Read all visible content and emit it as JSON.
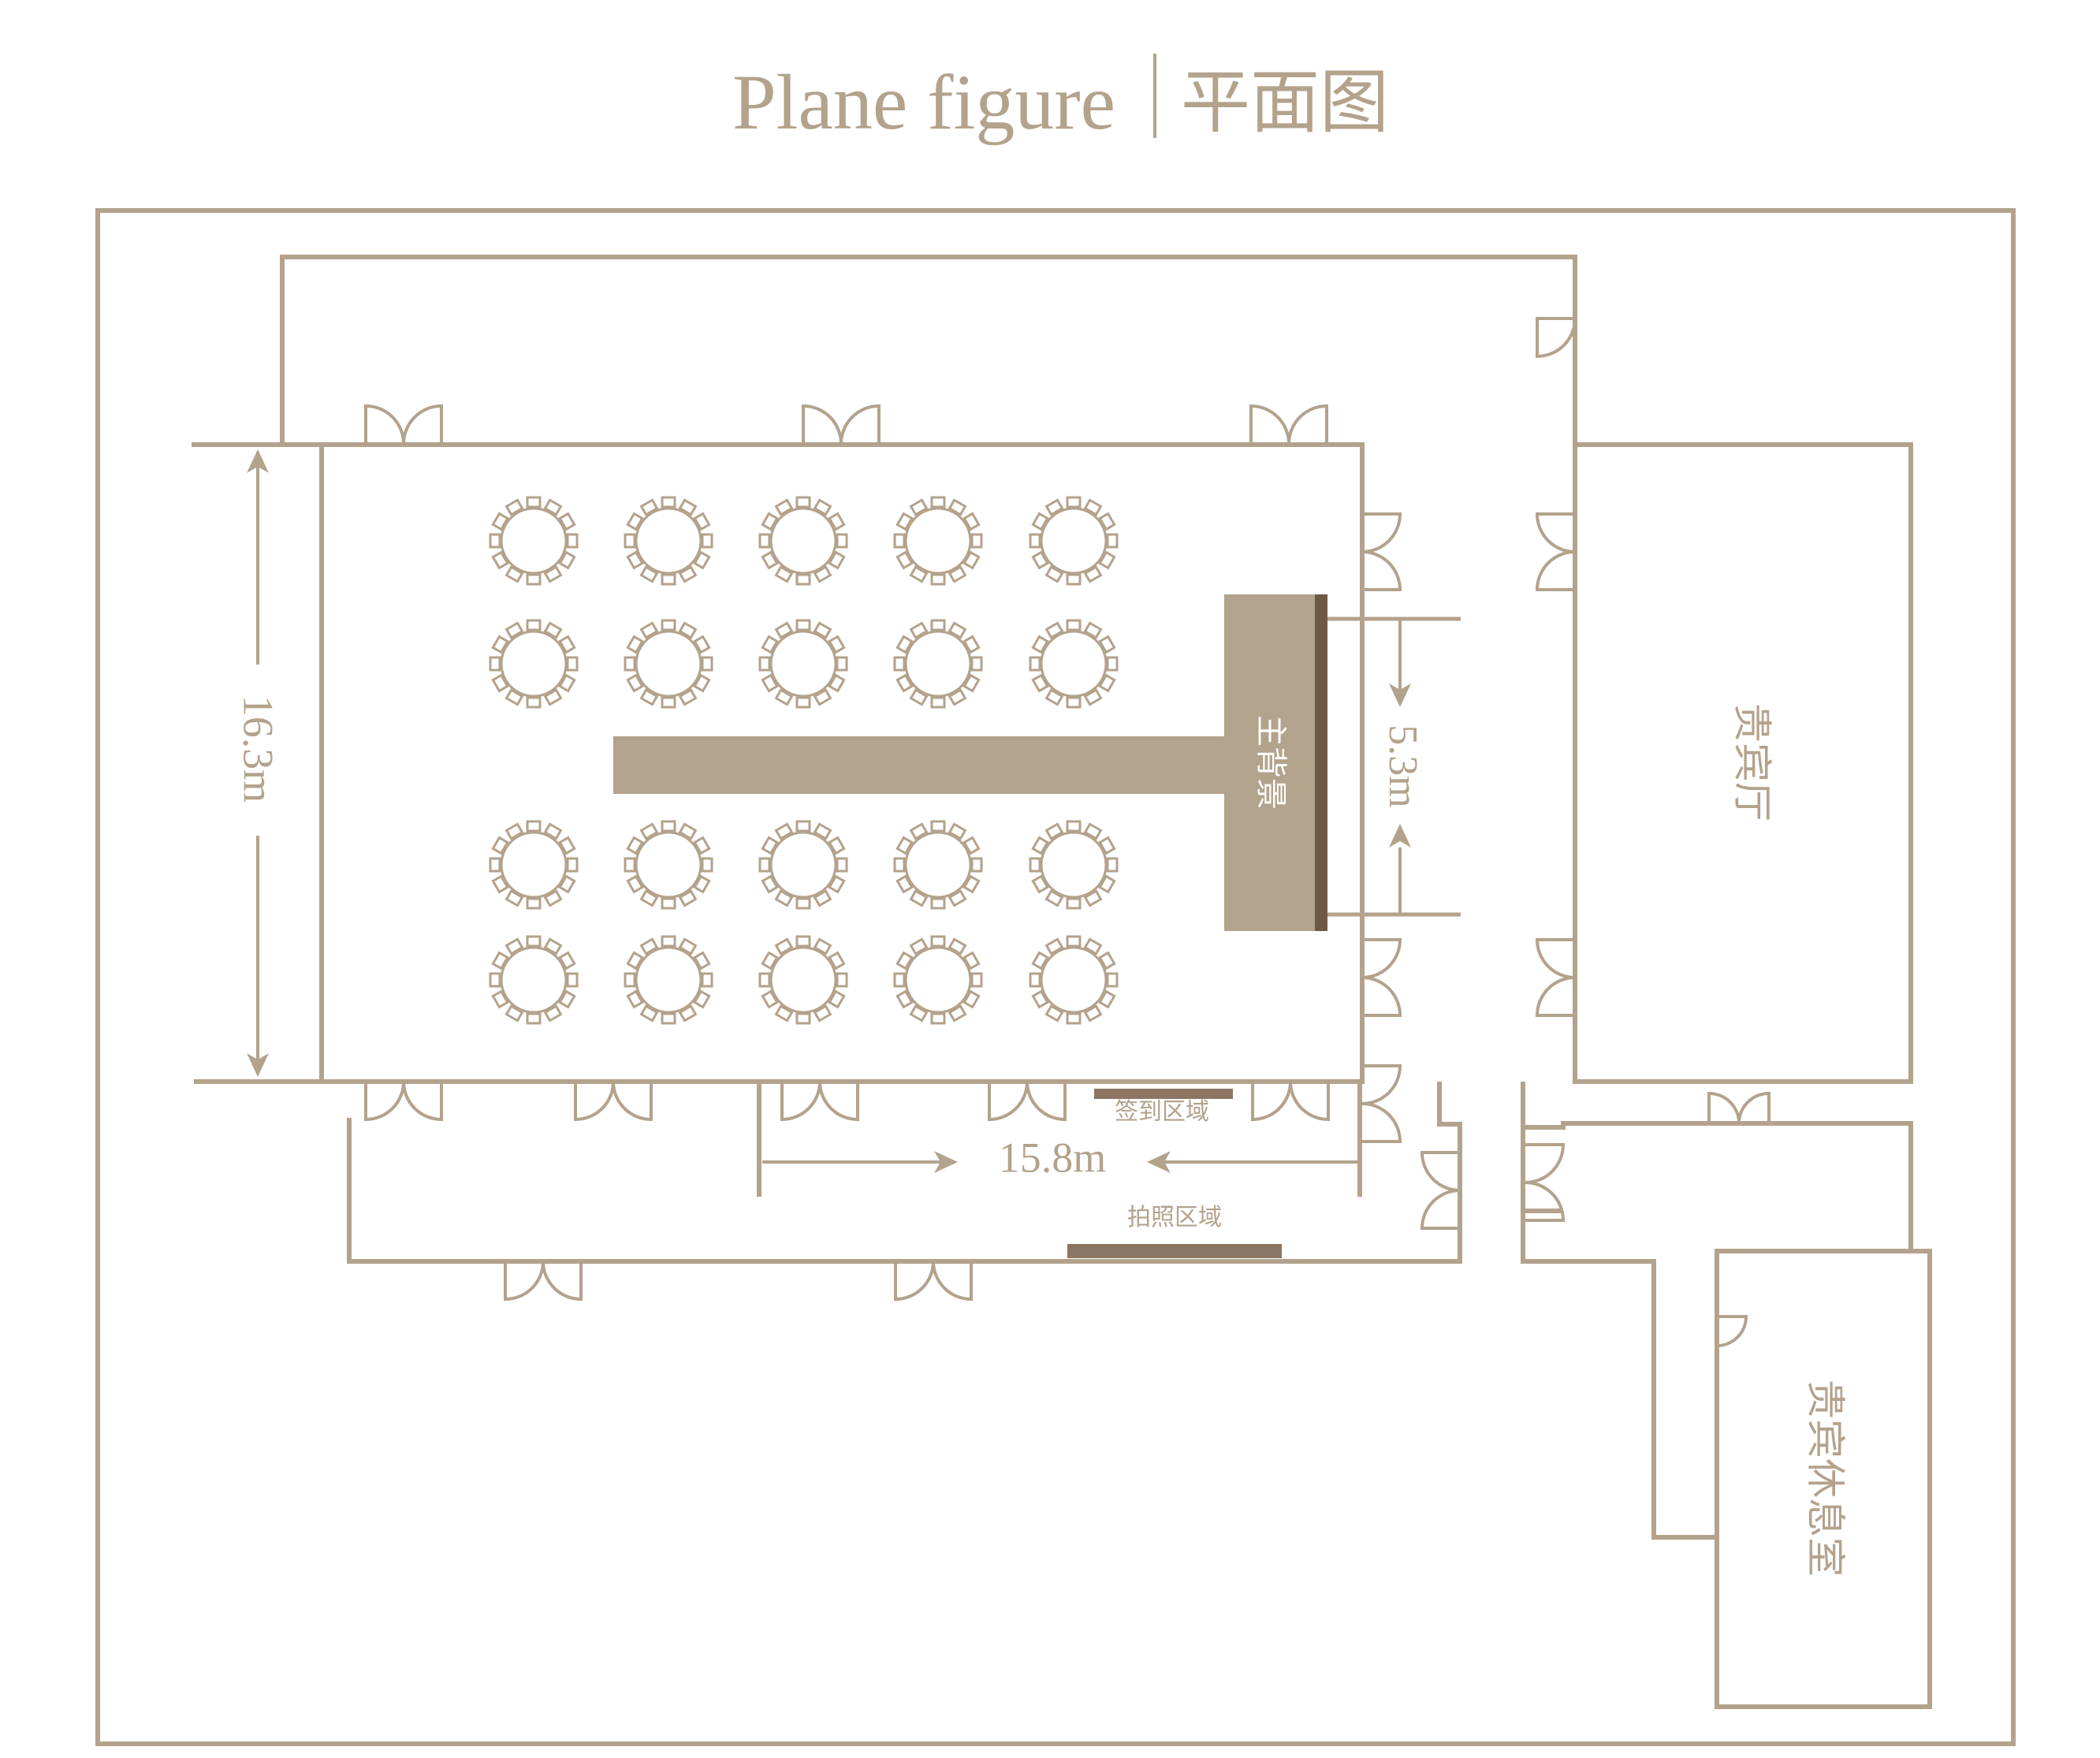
{
  "title": {
    "en": "Plane figure",
    "zh": "平面图"
  },
  "labels": {
    "main_backdrop": "主背景",
    "vip_hall": "贵宾厅",
    "vip_lounge": "贵宾休息室",
    "signin_area": "签到区域",
    "photo_area": "拍照区域"
  },
  "dimensions": {
    "hall_depth": "16.3m",
    "hall_width": "15.8m",
    "stage_width": "5.3m"
  },
  "seating": {
    "table_count": 20,
    "chairs_per_table": 12,
    "rows": 4,
    "columns": 5
  },
  "colors": {
    "line": "#b3a28c",
    "fill": "#b3a28c",
    "dark": "#6f5844",
    "strip": "#8c7562",
    "background": "#ffffff"
  }
}
